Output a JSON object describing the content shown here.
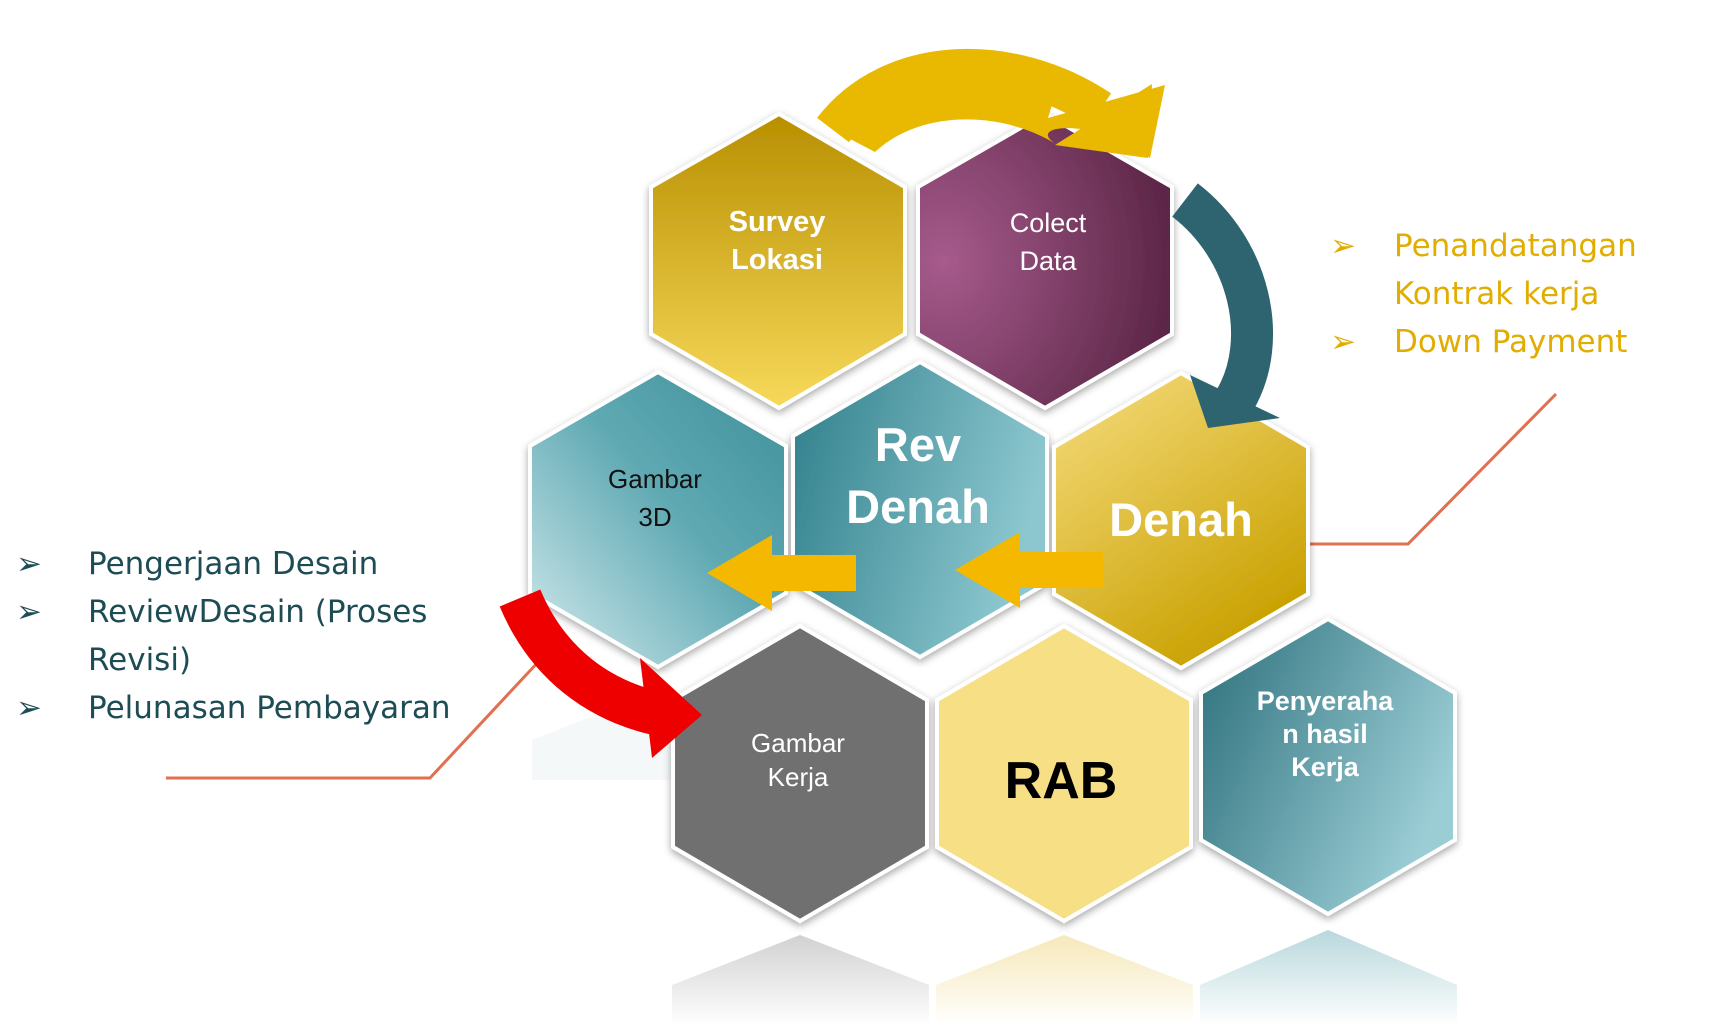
{
  "hexagons": {
    "survey": "Survey\nLokasi",
    "colect": "Colect\nData",
    "gambar3d": "Gambar\n3D",
    "revdenah": "Rev\nDenah",
    "denah": "Denah",
    "gambarkerja": "Gambar\nKerja",
    "rab": "RAB",
    "penyerahan": "Penyeraha\nn hasil\nKerja"
  },
  "left_notes": {
    "items": [
      "Pengerjaan Desain",
      "ReviewDesain (Proses Revisi)",
      "Pelunasan Pembayaran"
    ]
  },
  "right_notes": {
    "items": [
      "Penandatangan Kontrak kerja",
      "Down Payment"
    ]
  },
  "colors": {
    "gold": "#c9a100",
    "purple": "#6b2f55",
    "teal": "#3f8f99",
    "gray": "#707070",
    "pale_yellow": "#f7df86",
    "red": "#ee0000",
    "orange_arrow": "#f4b800",
    "connector": "#e07050",
    "dark_teal_arrow": "#2e6470"
  },
  "bullet_marker": "➢"
}
